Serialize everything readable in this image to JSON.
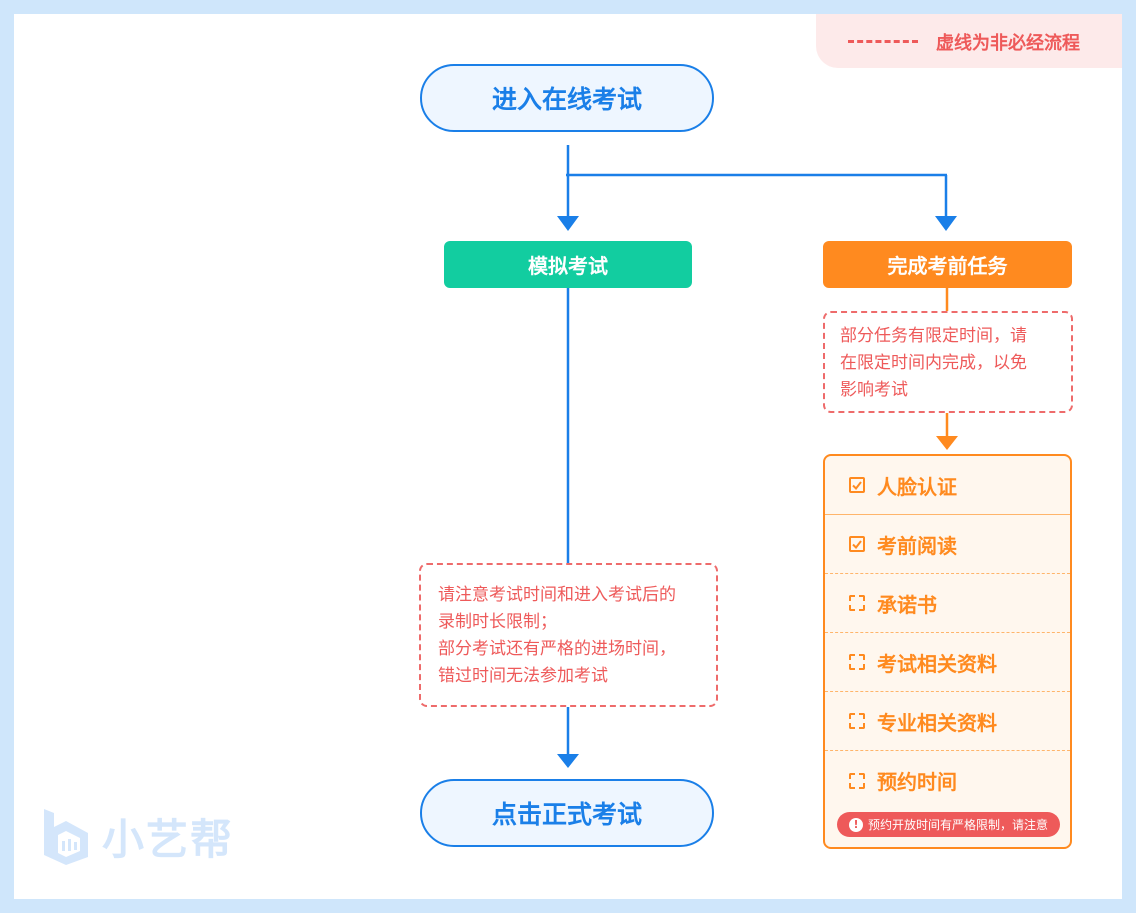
{
  "legend": {
    "text": "虚线为非必经流程"
  },
  "nodes": {
    "start": "进入在线考试",
    "mock": "模拟考试",
    "tasks": "完成考前任务",
    "end": "点击正式考试"
  },
  "notes": {
    "tasks_note": [
      "部分任务有限定时间，请",
      "在限定时间内完成，以免",
      "影响考试"
    ],
    "mock_note": [
      "请注意考试时间和进入考试后的",
      "录制时长限制；",
      "部分考试还有严格的进场时间，",
      "错过时间无法参加考试"
    ]
  },
  "checklist": {
    "items": [
      {
        "label": "人脸认证",
        "checked": true
      },
      {
        "label": "考前阅读",
        "checked": true
      },
      {
        "label": "承诺书",
        "checked": false
      },
      {
        "label": "考试相关资料",
        "checked": false
      },
      {
        "label": "专业相关资料",
        "checked": false
      },
      {
        "label": "预约时间",
        "checked": false
      }
    ],
    "warning": "预约开放时间有严格限制，请注意"
  },
  "logo": {
    "text": "小艺帮"
  },
  "colors": {
    "blue": "#1a7fe8",
    "green": "#12cda0",
    "orange": "#ff8a1f",
    "red": "#ee5a5a"
  }
}
